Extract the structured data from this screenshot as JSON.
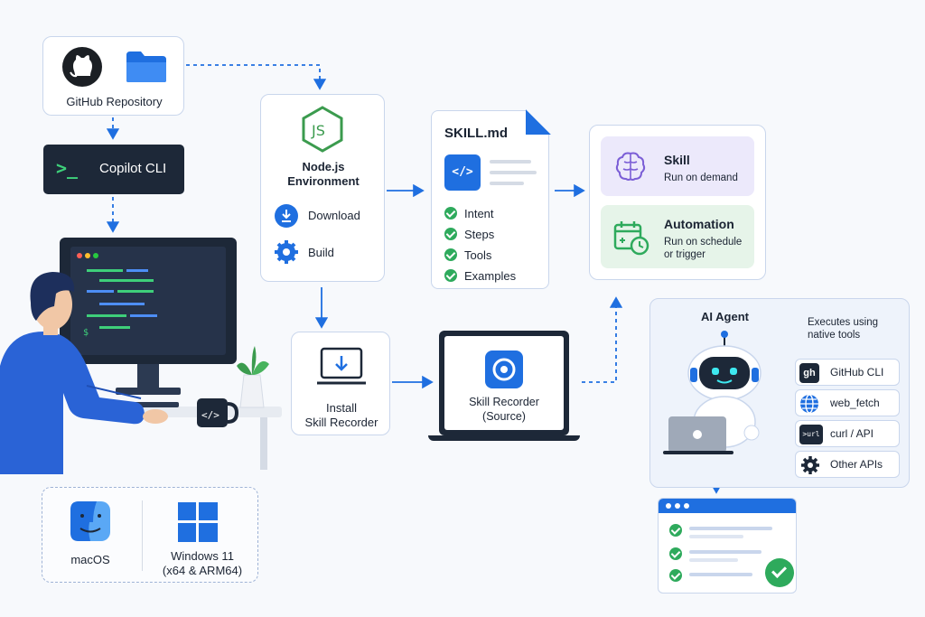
{
  "colors": {
    "accent": "#1f6fe0",
    "dark": "#1d2838",
    "green": "#2eaa5c",
    "purple_bg": "#ece9fb",
    "green_bg": "#e6f4e9"
  },
  "github": {
    "label": "GitHub Repository"
  },
  "copilot": {
    "label": "Copilot CLI",
    "prompt": ">_"
  },
  "node": {
    "title_line1": "Node.js",
    "title_line2": "Environment",
    "download": "Download",
    "build": "Build"
  },
  "skill_doc": {
    "title": "SKILL.md",
    "items": [
      "Intent",
      "Steps",
      "Tools",
      "Examples"
    ]
  },
  "outputs": {
    "skill": {
      "title": "Skill",
      "subtitle": "Run on demand"
    },
    "automation": {
      "title": "Automation",
      "subtitle_line1": "Run on schedule",
      "subtitle_line2": "or trigger"
    }
  },
  "install": {
    "line1": "Install",
    "line2": "Skill Recorder"
  },
  "recorder": {
    "line1": "Skill Recorder",
    "line2": "(Source)"
  },
  "agent": {
    "title": "AI Agent",
    "note_line1": "Executes using",
    "note_line2": "native tools",
    "tools": [
      {
        "icon": "gh",
        "label": "GitHub CLI"
      },
      {
        "icon": "globe",
        "label": "web_fetch"
      },
      {
        "icon": ">url",
        "label": "curl / API"
      },
      {
        "icon": "gear",
        "label": "Other APIs"
      }
    ]
  },
  "platforms": {
    "mac": "macOS",
    "win_line1": "Windows 11",
    "win_line2": "(x64 & ARM64)"
  },
  "code_glyph": "</>"
}
